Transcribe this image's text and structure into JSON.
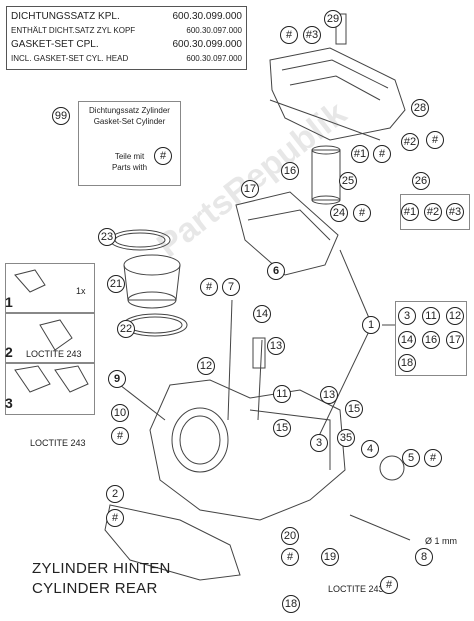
{
  "header": {
    "line1_label": "DICHTUNGSSATZ KPL.",
    "line1_number": "600.30.099.000",
    "line2_label": "ENTHÄLT DICHT.SATZ ZYL KOPF",
    "line2_number": "600.30.097.000",
    "line3_label": "GASKET-SET CPL.",
    "line3_number": "600.30.099.000",
    "line4_label": "INCL. GASKET-SET CYL. HEAD",
    "line4_number": "600.30.097.000"
  },
  "cylinder_gasket_box": {
    "callout": "99",
    "line1": "Dichtungssatz Zylinder",
    "line2": "Gasket-Set Cylinder",
    "line3": "Teile mit",
    "line4": "Parts with",
    "marker": "#"
  },
  "steps": {
    "step1": "1",
    "step1_note": "1x",
    "step2": "2",
    "step2_loctite": "LOCTITE 243",
    "step3": "3"
  },
  "loctite_labels": {
    "left": "LOCTITE 243",
    "bottom": "LOCTITE 243"
  },
  "dimension_label": "Ø 1 mm",
  "title": {
    "line1": "ZYLINDER HINTEN",
    "line2": "CYLINDER REAR"
  },
  "watermark": "PartsRepublik",
  "group_26": {
    "callout": "26",
    "items": [
      "#1",
      "#2",
      "#3"
    ]
  },
  "group_1": {
    "callout": "1",
    "items": [
      "3",
      "11",
      "12",
      "14",
      "16",
      "17",
      "18"
    ]
  },
  "callouts": {
    "c29": "29",
    "hash_a": "#",
    "hash3_a": "#3",
    "c28": "28",
    "hash_b": "#",
    "hash1_a": "#1",
    "hash2_a": "#2",
    "hash_c": "#",
    "c16": "16",
    "c25": "25",
    "c17": "17",
    "c24": "24",
    "hash_d": "#",
    "c23": "23",
    "c21": "21",
    "c6": "6",
    "hash_e": "#",
    "c7": "7",
    "c14a": "14",
    "c22": "22",
    "c13a": "13",
    "c9": "9",
    "c12": "12",
    "c11": "11",
    "c13b": "13",
    "c10": "10",
    "hash_f": "#",
    "c15a": "15",
    "c15b": "15",
    "c3": "3",
    "c35": "35",
    "c4": "4",
    "c5": "5",
    "hash_g": "#",
    "c2": "2",
    "hash_h": "#",
    "c20": "20",
    "hash_i": "#",
    "c19": "19",
    "c8": "8",
    "hash_j": "#",
    "c18": "18"
  }
}
